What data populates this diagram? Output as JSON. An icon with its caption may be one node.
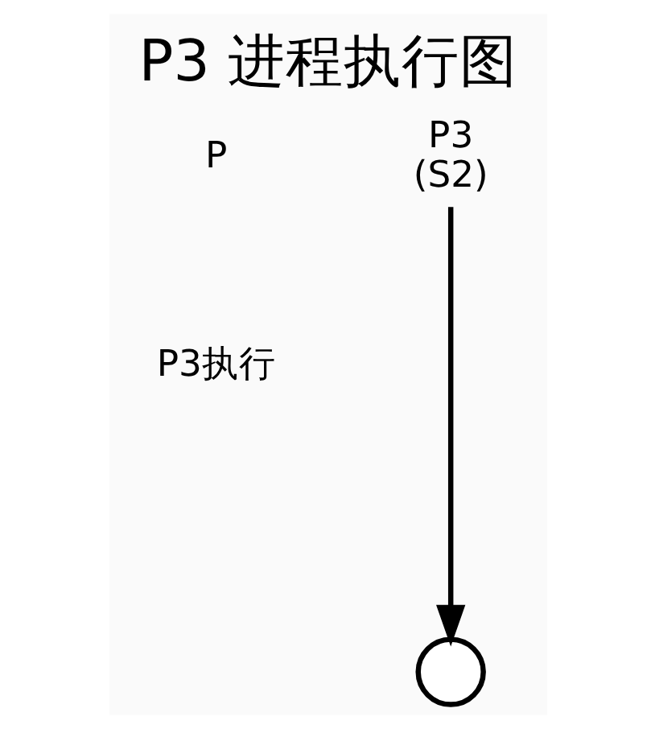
{
  "diagram": {
    "title": "P3 进程执行图",
    "nodes": [
      {
        "text": [
          "P3",
          "(S2)"
        ]
      },
      {
        "text": [],
        "shape": "circle"
      }
    ],
    "edges": [
      {
        "from": 0,
        "to": 1,
        "arrow": "to"
      }
    ],
    "labels": [
      "P",
      "P3执行"
    ]
  }
}
